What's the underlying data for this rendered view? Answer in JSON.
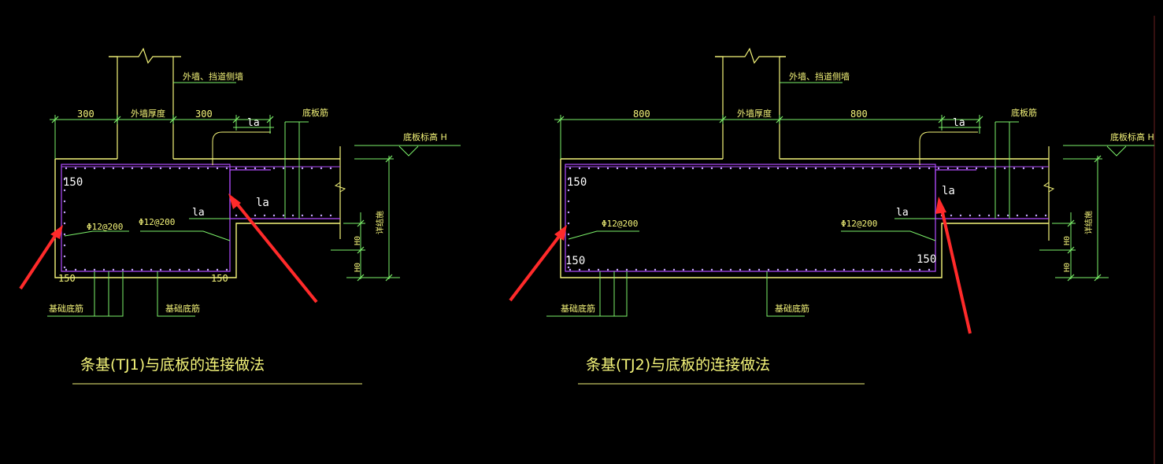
{
  "colors": {
    "background": "#000000",
    "concrete": "#f5f57a",
    "dimension": "#7cf26a",
    "rebar": "#b24bff",
    "dot": "#c8a6ff",
    "text_white": "#ffffff",
    "arrow": "#ff2a2a"
  },
  "left": {
    "outer_wall": "外墙、挡道侧墙",
    "wall_thickness": "外墙厚度",
    "dim_left": "300",
    "dim_right": "300",
    "la_top": "la",
    "bottom_slab_rebar": "底板筋",
    "slab_elevation": "底板标高 H",
    "size_150_top": "150",
    "rebar_spec_left": "Φ12@200",
    "rebar_spec_right": "Φ12@200",
    "la_mid": "la",
    "la_right": "la",
    "h0_a": "H0",
    "h0_b": "H0",
    "side_label": "详结施",
    "size_150_bl": "150",
    "size_150_br": "150",
    "foundation_bottom_rebar_a": "基础底筋",
    "foundation_bottom_rebar_b": "基础底筋",
    "caption": "条基(TJ1)与底板的连接做法"
  },
  "right": {
    "outer_wall": "外墙、挡道侧墙",
    "wall_thickness": "外墙厚度",
    "dim_left": "800",
    "dim_right": "800",
    "la_top": "la",
    "bottom_slab_rebar": "底板筋",
    "slab_elevation": "底板标高 H",
    "size_150_top": "150",
    "rebar_spec_left": "Φ12@200",
    "rebar_spec_right": "Φ12@200",
    "la_mid": "la",
    "la_right": "la",
    "h0_a": "H0",
    "h0_b": "H0",
    "side_label": "详结施",
    "size_150_bl": "150",
    "size_150_br": "150",
    "foundation_bottom_rebar_a": "基础底筋",
    "foundation_bottom_rebar_b": "基础底筋",
    "caption": "条基(TJ2)与底板的连接做法"
  }
}
